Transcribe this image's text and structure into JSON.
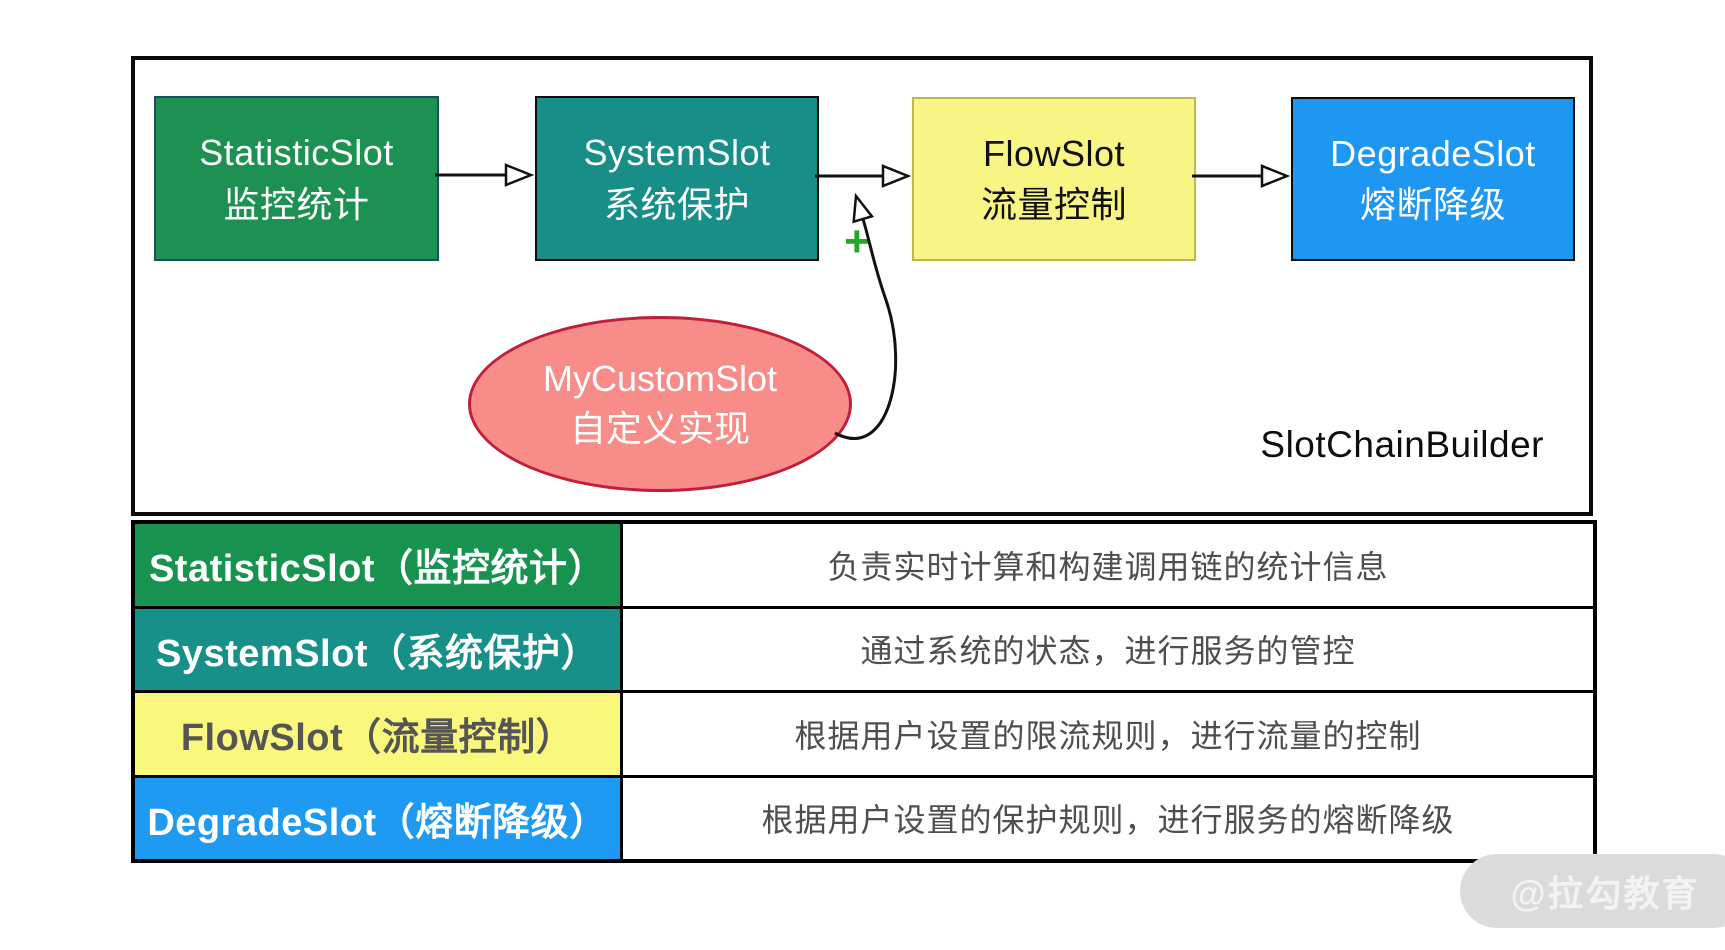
{
  "diagram": {
    "builder_label": "SlotChainBuilder",
    "plus_sign": "+",
    "plus_color": "#25A52C",
    "arrow_color": "#111111",
    "slots": [
      {
        "en": "StatisticSlot",
        "zh": "监控统计",
        "fill": "#1D9152",
        "border": "#1B4F5E",
        "text_color": "#FFFFFF"
      },
      {
        "en": "SystemSlot",
        "zh": "系统保护",
        "fill": "#178E87",
        "border": "#0C0C0C",
        "text_color": "#FFFFFF"
      },
      {
        "en": "FlowSlot",
        "zh": "流量控制",
        "fill": "#F8F584",
        "border": "#BDB94B",
        "text_color": "#111111"
      },
      {
        "en": "DegradeSlot",
        "zh": "熔断降级",
        "fill": "#1E97F2",
        "border": "#0C0C0C",
        "text_color": "#FFFFFF"
      }
    ],
    "custom_slot": {
      "en": "MyCustomSlot",
      "zh": "自定义实现",
      "fill": "#F78C88",
      "border": "#C21E3C",
      "text_color": "#FFFFFF"
    }
  },
  "table": {
    "rows": [
      {
        "label": "StatisticSlot（监控统计）",
        "desc": "负责实时计算和构建调用链的统计信息",
        "bg": "#18934F",
        "label_color": "#FFFFFF"
      },
      {
        "label": "SystemSlot（系统保护）",
        "desc": "通过系统的状态，进行服务的管控",
        "bg": "#17908A",
        "label_color": "#FFFFFF"
      },
      {
        "label": "FlowSlot（流量控制）",
        "desc": "根据用户设置的限流规则，进行流量的控制",
        "bg": "#FAF77D",
        "label_color": "#555555"
      },
      {
        "label": "DegradeSlot（熔断降级）",
        "desc": "根据用户设置的保护规则，进行服务的熔断降级",
        "bg": "#1F9AF3",
        "label_color": "#FFFFFF"
      }
    ]
  },
  "watermark": {
    "text": "@拉勾教育"
  }
}
